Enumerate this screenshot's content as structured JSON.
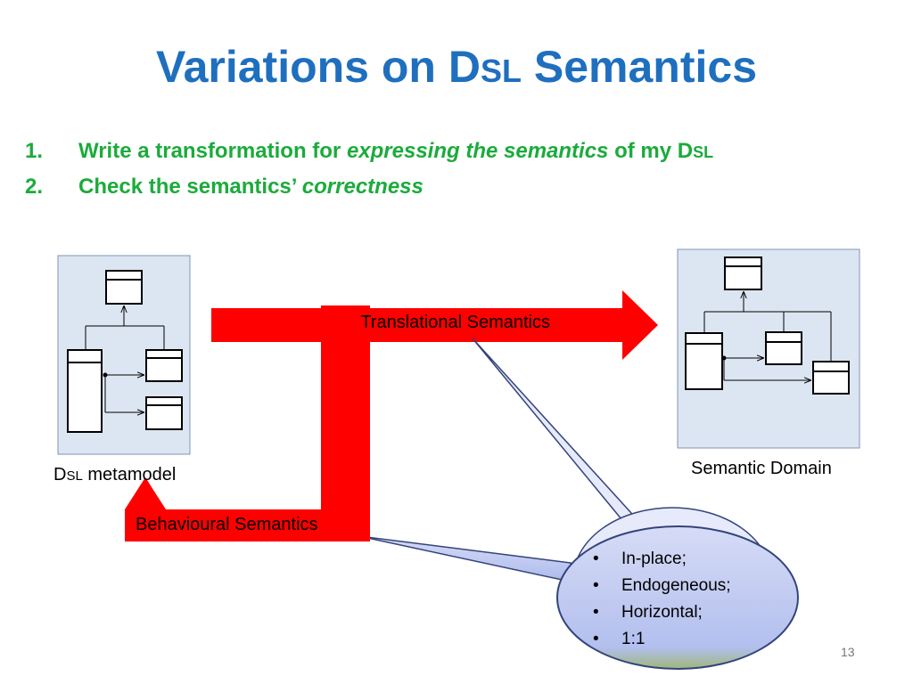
{
  "slide": {
    "title_part1": "Variations on D",
    "title_part2": "SL",
    "title_part3": " Semantics",
    "number": "13"
  },
  "steps": [
    {
      "num": "1.",
      "text_a": "Write a transformation for ",
      "text_b": "expressing the semantics",
      "text_c": " of my D",
      "text_d": "SL"
    },
    {
      "num": "2.",
      "text_a": "Check the semantics’ ",
      "text_b": "correctness"
    }
  ],
  "diagram": {
    "metamodel_label_a": "D",
    "metamodel_label_b": "SL",
    "metamodel_label_c": " metamodel",
    "semantic_domain_label": "Semantic Domain",
    "translational_label": "Translational Semantics",
    "behavioural_label": "Behavioural Semantics",
    "callout_items": [
      "In-place;",
      "Endogeneous;",
      "Horizontal;",
      "1:1"
    ],
    "colors": {
      "arrow": "#ff0000",
      "panel_fill": "#dce6f2",
      "panel_border": "#7f96b4",
      "callout_fill": "#b9c4ee",
      "callout_border": "#33447c"
    }
  }
}
